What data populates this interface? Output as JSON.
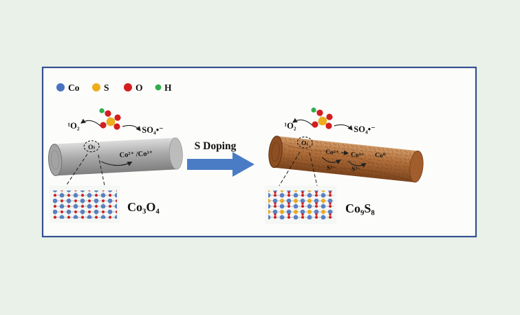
{
  "figure": {
    "legend": {
      "items": [
        {
          "label": "Co",
          "color": "#4b72c0"
        },
        {
          "label": "S",
          "color": "#eead1b"
        },
        {
          "label": "O",
          "color": "#d31e1e"
        },
        {
          "label": "H",
          "color": "#2fae4e"
        }
      ]
    },
    "left_panel": {
      "singlet_oxygen": "¹O₂",
      "sulfate_radical": "SO₄•⁻",
      "lattice_oxygen": "Oₗ",
      "redox_couple": "Co²⁺ /Co³⁺",
      "material": "Co₃O₄"
    },
    "transition": {
      "label": "S Doping",
      "arrow_color": "#4a7bc5"
    },
    "right_panel": {
      "singlet_oxygen": "¹O₂",
      "sulfate_radical": "SO₄•⁻",
      "lattice_oxygen": "Oₗ",
      "redox_from": "Co²⁺",
      "redox_to": "Co³⁺",
      "metallic_cobalt": "Co⁰",
      "sulfide_left": "S²⁻",
      "sulfide_right": "S²⁻",
      "material": "Co₉S₈"
    }
  }
}
